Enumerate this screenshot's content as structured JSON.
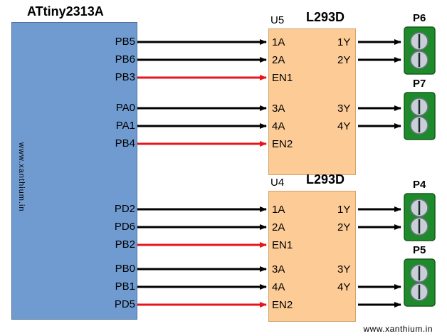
{
  "mcu": {
    "title": "ATtiny2313A",
    "watermark": "www.xanthium.in",
    "pins": [
      "PB5",
      "PB6",
      "PB3",
      "PA0",
      "PA1",
      "PB4",
      "PD2",
      "PD6",
      "PB2",
      "PB0",
      "PB1",
      "PD5"
    ]
  },
  "drivers": [
    {
      "ref": "U5",
      "title": "L293D",
      "inputs": [
        "1A",
        "2A",
        "EN1",
        "3A",
        "4A",
        "EN2"
      ],
      "outputs": [
        "1Y",
        "2Y",
        "3Y",
        "4Y"
      ]
    },
    {
      "ref": "U4",
      "title": "L293D",
      "inputs": [
        "1A",
        "2A",
        "EN1",
        "3A",
        "4A",
        "EN2"
      ],
      "outputs": [
        "1Y",
        "2Y",
        "3Y",
        "4Y"
      ]
    }
  ],
  "connectors": [
    "P6",
    "P7",
    "P4",
    "P5"
  ],
  "signal_colors": {
    "data": "#000000",
    "enable": "#e8141b"
  },
  "connector_colors": {
    "housing": "#1f8a2b",
    "terminal": "#c9cfd6"
  },
  "footer": "www.xanthium.in"
}
